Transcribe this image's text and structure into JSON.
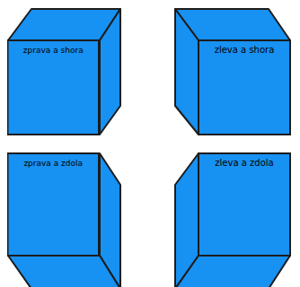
{
  "diagram": {
    "nodes": [
      {
        "text": [
          "zprava a shora"
        ]
      },
      {
        "text": [
          "zleva a shora"
        ]
      },
      {
        "text": [
          "zprava a zdola"
        ]
      },
      {
        "text": [
          "zleva a zdola"
        ]
      }
    ]
  }
}
